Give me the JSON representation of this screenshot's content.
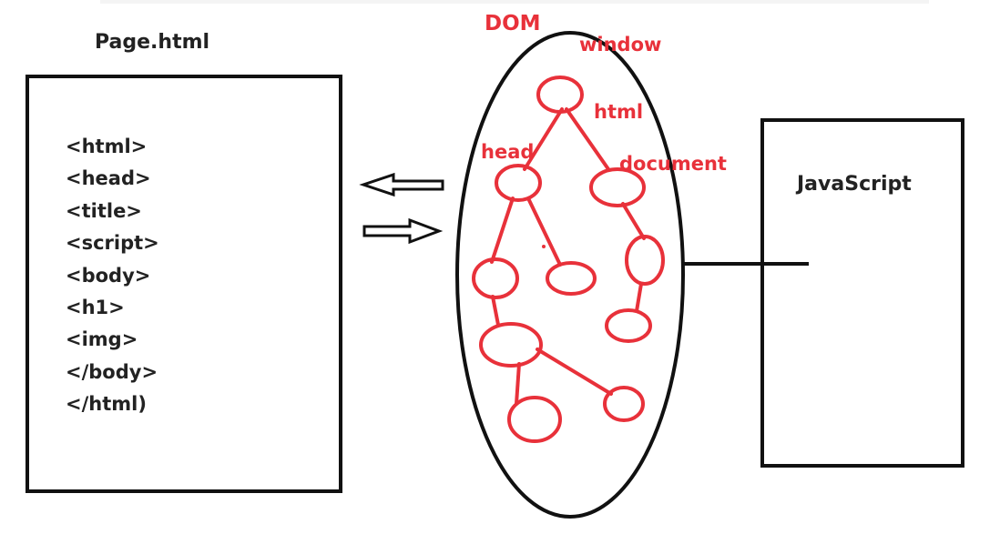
{
  "page_file": {
    "title": "Page.html",
    "code_lines": [
      "<html>",
      "<head>",
      "<title>",
      "<script>",
      "<body>",
      "<h1>",
      "<img>",
      "</body>",
      "</html)"
    ]
  },
  "dom": {
    "title": "DOM",
    "labels": {
      "window": "window",
      "html": "html",
      "head": "head",
      "document": "document"
    }
  },
  "javascript_box": {
    "label": "JavaScript"
  },
  "colors": {
    "ink": "#111111",
    "accent_red": "#e8313a"
  }
}
